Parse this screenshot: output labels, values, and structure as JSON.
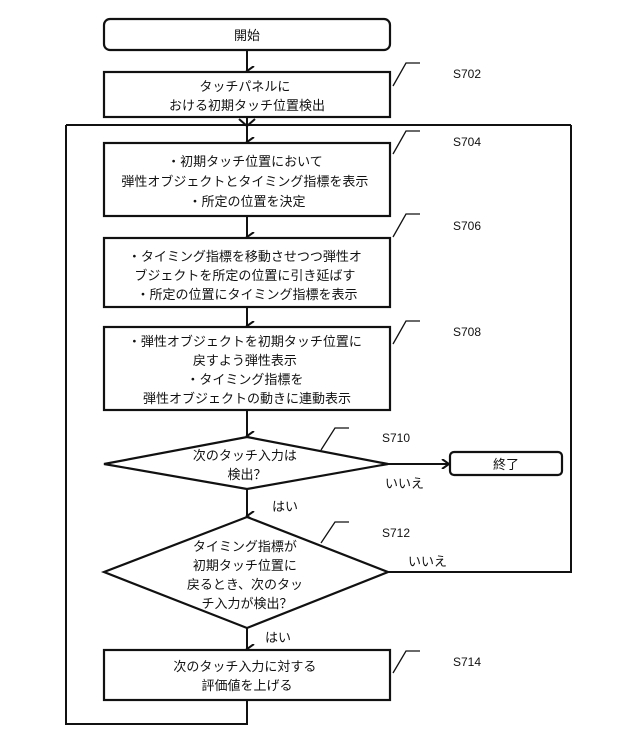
{
  "start": "開始",
  "end": "終了",
  "steps": {
    "S702": {
      "label": "S702",
      "lines": [
        "タッチパネルに",
        "おける初期タッチ位置検出"
      ]
    },
    "S704": {
      "label": "S704",
      "lines": [
        "・初期タッチ位置において",
        "弾性オブジェクトとタイミング指標を表示",
        "・所定の位置を決定"
      ]
    },
    "S706": {
      "label": "S706",
      "lines": [
        "・タイミング指標を移動させつつ弾性オ",
        "ブジェクトを所定の位置に引き延ばす",
        "・所定の位置にタイミング指標を表示"
      ]
    },
    "S708": {
      "label": "S708",
      "lines": [
        "・弾性オブジェクトを初期タッチ位置に",
        "戻すよう弾性表示",
        "・タイミング指標を",
        "弾性オブジェクトの動きに連動表示"
      ]
    },
    "S710": {
      "label": "S710",
      "lines": [
        "次のタッチ入力は",
        "検出？"
      ],
      "yes": "はい",
      "no": "いいえ"
    },
    "S712": {
      "label": "S712",
      "lines": [
        "タイミング指標が",
        "初期タッチ位置に",
        "戻るとき、次のタッ",
        "チ入力が検出？"
      ],
      "yes": "はい",
      "no": "いいえ"
    },
    "S714": {
      "label": "S714",
      "lines": [
        "次のタッチ入力に対する",
        "評価値を上げる"
      ]
    }
  }
}
